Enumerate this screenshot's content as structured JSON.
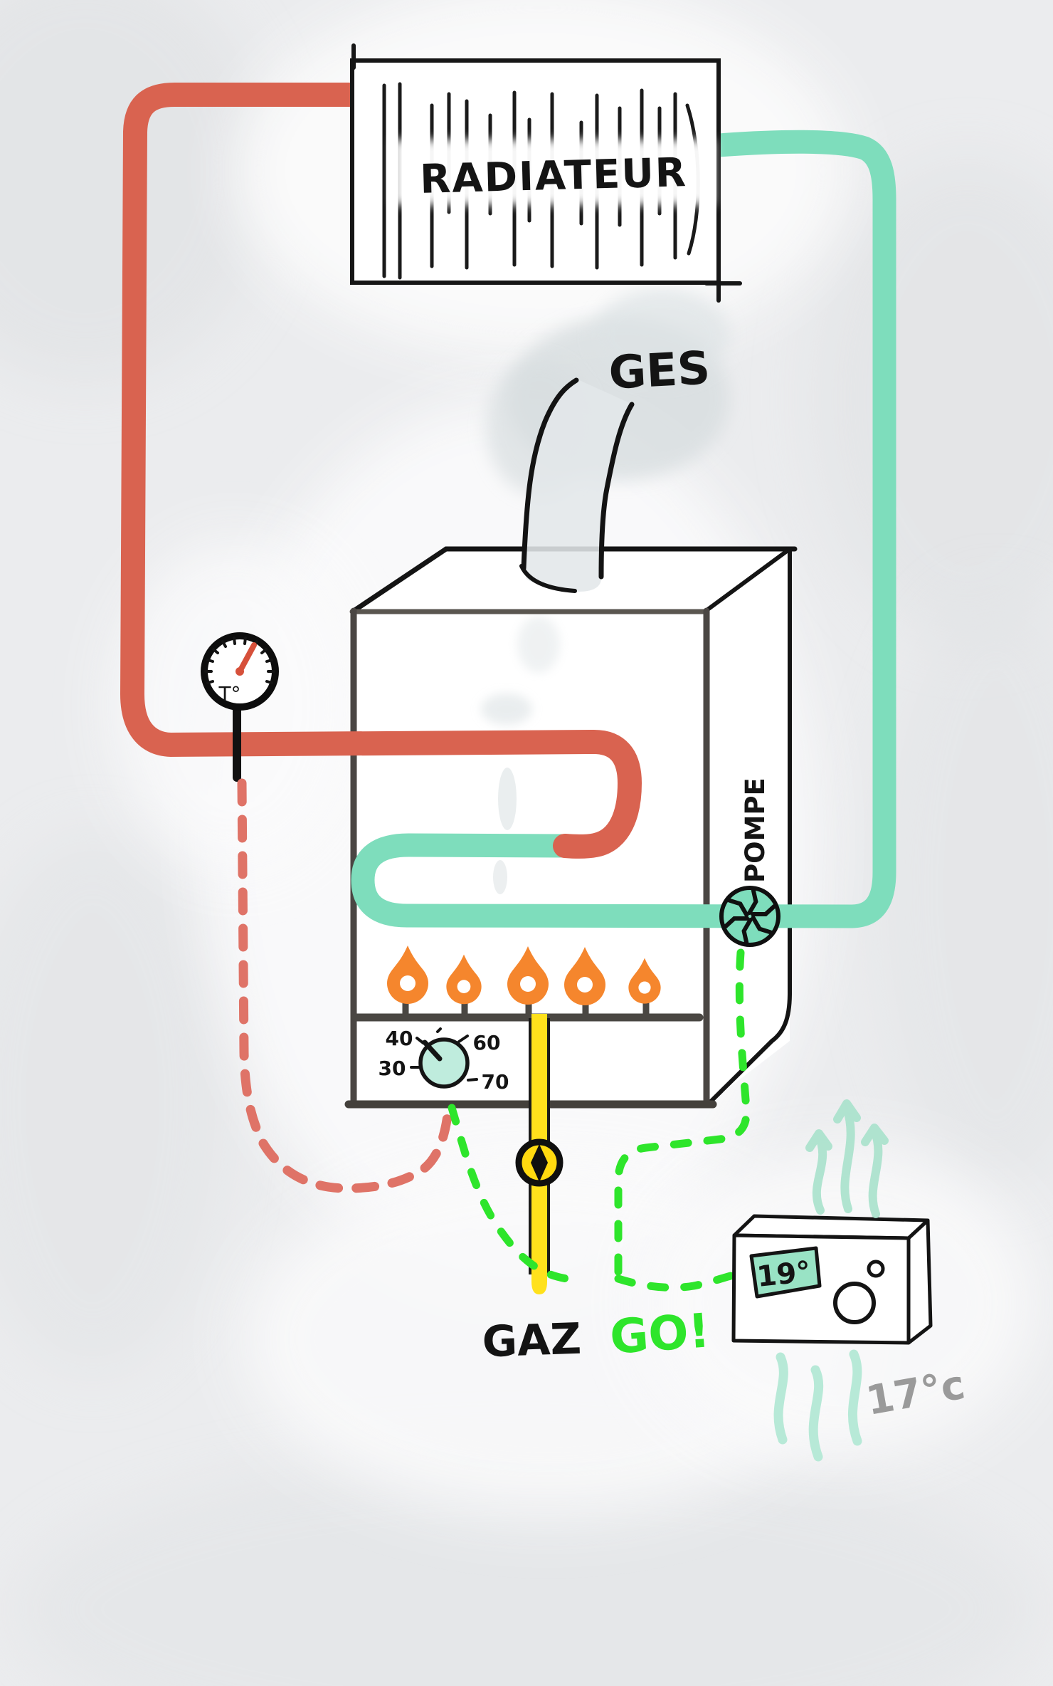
{
  "radiator": {
    "label": "RADIATEUR"
  },
  "flue": {
    "label": "GES"
  },
  "pump": {
    "label": "POMPE"
  },
  "gauge": {
    "label": "T°"
  },
  "burner_knob": {
    "k30": "30",
    "k40": "40",
    "k60": "60",
    "k70": "70"
  },
  "gas": {
    "label": "GAZ"
  },
  "signal": {
    "label": "GO!"
  },
  "thermostat": {
    "setpoint": "19°"
  },
  "room": {
    "temperature": "17°c"
  },
  "colors": {
    "hot_water": "#d96350",
    "sensor_dash": "#df7367",
    "return_water": "#7eddbc",
    "pump_teal": "#7eddbc",
    "knob_teal": "#bfecdd",
    "display_teal": "#99e3c5",
    "flame": "#f5862d",
    "gas_yellow": "#ffe11c",
    "gas_yellow_deep": "#ffd90f",
    "signal_green": "#2ee52b",
    "smoke_grey": "#d8dee0",
    "heat_teal": "#a9e2cc",
    "squiggle_teal": "#b7e9d7",
    "room_grey": "#9a9a9a",
    "ink": "#161616"
  }
}
